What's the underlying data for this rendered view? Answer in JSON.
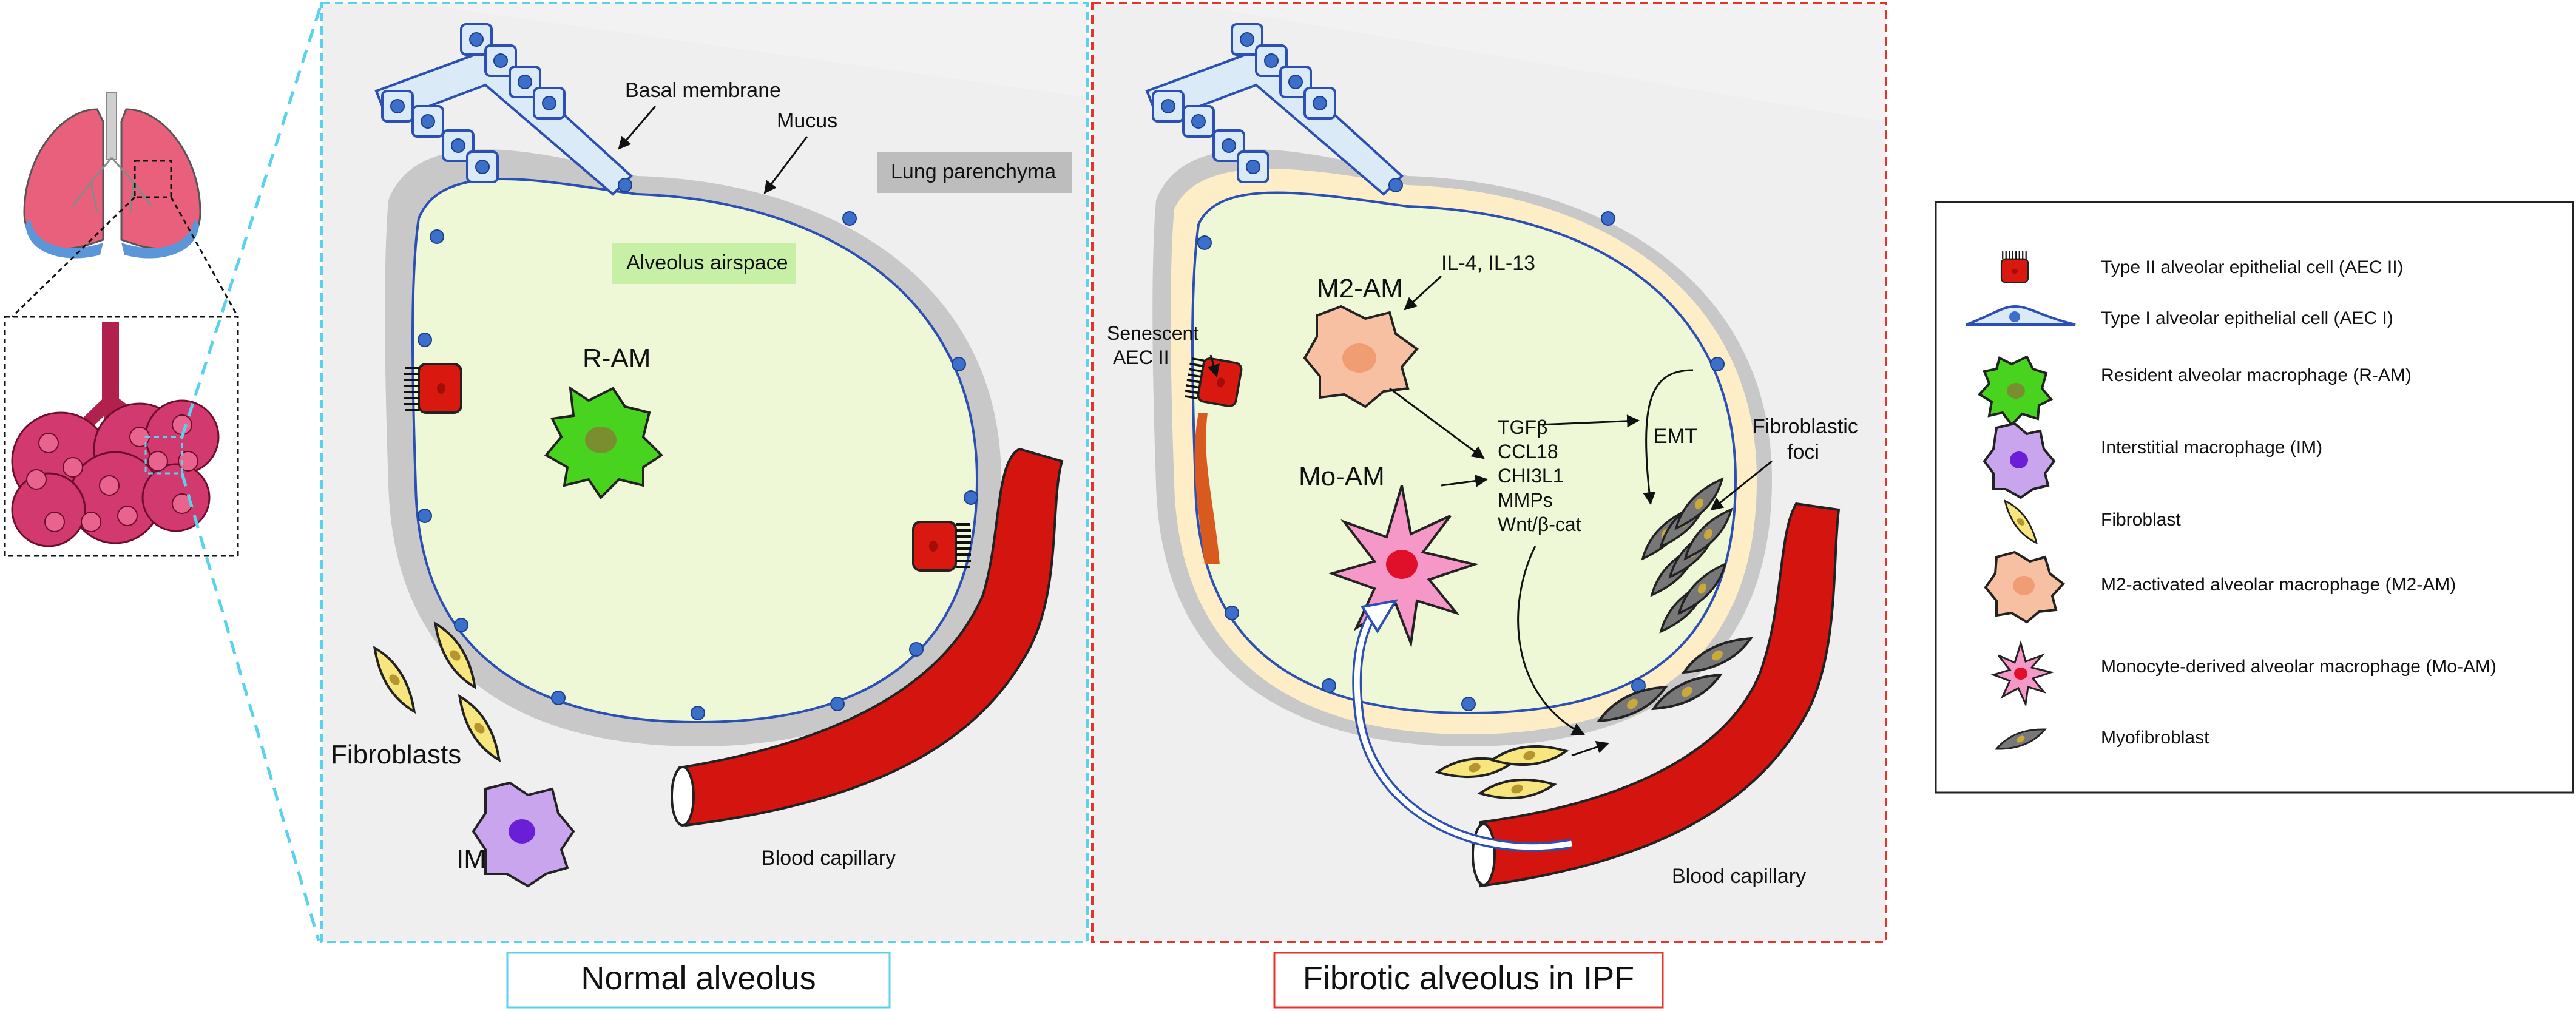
{
  "panels": {
    "normal": {
      "caption": "Normal alveolus",
      "labels": {
        "basal_membrane": "Basal membrane",
        "mucus": "Mucus",
        "lung_parenchyma": "Lung parenchyma",
        "alveolus_airspace": "Alveolus airspace",
        "r_am": "R-AM",
        "fibroblasts": "Fibroblasts",
        "im": "IM",
        "blood_capillary": "Blood capillary"
      },
      "frame_color": "#5ad2ee"
    },
    "fibrotic": {
      "caption": "Fibrotic alveolus in IPF",
      "labels": {
        "m2_am": "M2-AM",
        "il4_il13": "IL-4, IL-13",
        "senescent_line1": "Senescent",
        "senescent_line2": "AEC II",
        "mediators": [
          "TGFβ",
          "CCL18",
          "CHI3L1",
          "MMPs",
          "Wnt/β-cat"
        ],
        "emt": "EMT",
        "fibroblastic_line1": "Fibroblastic",
        "fibroblastic_line2": "foci",
        "mo_am": "Mo-AM",
        "blood_capillary": "Blood capillary"
      },
      "frame_color": "#e8332b"
    }
  },
  "legend": {
    "items": [
      {
        "icon": "aec2-cell-icon",
        "label": "Type II alveolar epithelial cell (AEC II)"
      },
      {
        "icon": "aec1-cell-icon",
        "label": "Type I alveolar epithelial cell (AEC I)"
      },
      {
        "icon": "resident-macrophage-icon",
        "label": "Resident alveolar macrophage (R-AM)"
      },
      {
        "icon": "interstitial-macrophage-icon",
        "label": "Interstitial macrophage (IM)"
      },
      {
        "icon": "fibroblast-icon",
        "label": "Fibroblast"
      },
      {
        "icon": "m2-macrophage-icon",
        "label": "M2-activated alveolar macrophage (M2-AM)"
      },
      {
        "icon": "monocyte-macrophage-icon",
        "label": "Monocyte-derived alveolar macrophage (Mo-AM)"
      },
      {
        "icon": "myofibroblast-icon",
        "label": "Myofibroblast"
      }
    ]
  },
  "colors": {
    "airspace": "#eef8d6",
    "parenchyma": "#c8c8c8",
    "epithelium": "#dbeaf7",
    "nucleus": "#3b6fc9",
    "capillary": "#d4140f",
    "aec2": "#d9180f",
    "ram": "#48d41e",
    "im": "#c9a5ee",
    "m2": "#f7c0a3",
    "moam": "#f598c8",
    "fibroblast": "#f7e57e",
    "myofibroblast": "#777777"
  }
}
